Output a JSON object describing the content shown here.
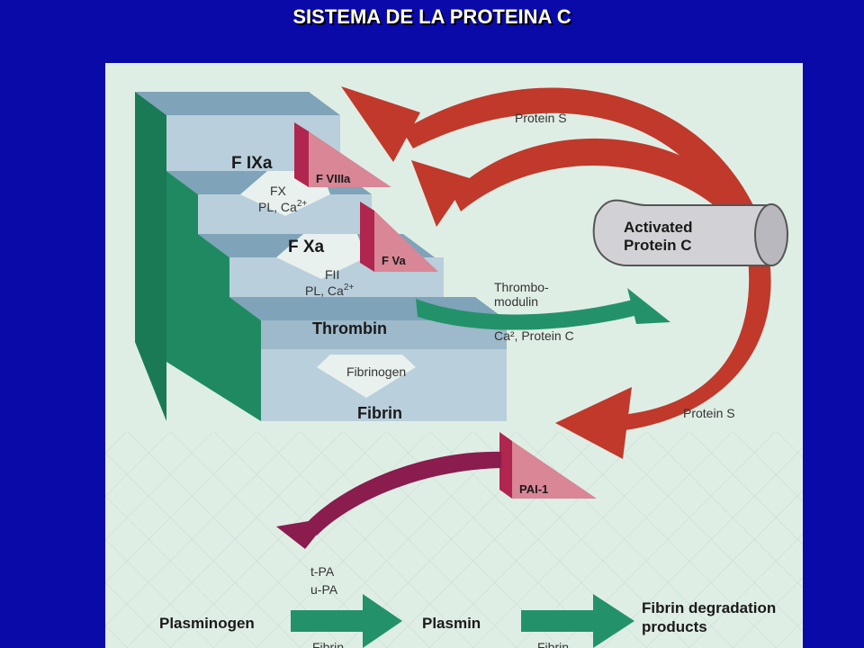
{
  "title": "SISTEMA DE LA PROTEINA C",
  "cascade": {
    "f9a": "F IXa",
    "f8a": "F VIIIa",
    "fx": "FX",
    "pl_ca_1": "PL, Ca",
    "sup_1": "2+",
    "f10a": "F Xa",
    "f5a": "F Va",
    "f2": "FII",
    "pl_ca_2": "PL, Ca",
    "sup_2": "2+",
    "thrombin": "Thrombin",
    "fibrinogen": "Fibrinogen",
    "fibrin": "Fibrin"
  },
  "apc": {
    "line1": "Activated",
    "line2": "Protein C"
  },
  "labels": {
    "protein_s_top": "Protein S",
    "thrombomodulin_1": "Thrombo-",
    "thrombomodulin_2": "modulin",
    "ca_protein_c": "Ca², Protein C",
    "protein_s_bottom": "Protein S",
    "pai1": "PAI-1",
    "tpa": "t-PA",
    "upa": "u-PA",
    "plasminogen": "Plasminogen",
    "plasmin": "Plasmin",
    "fdp_1": "Fibrin degradation",
    "fdp_2": "products",
    "fibrin_under_1": "Fibrin",
    "fibrin_under_2": "Fibrin"
  },
  "colors": {
    "background": "#0a0aa8",
    "slide": "#dfeee5",
    "step_top": "#7fa3b8",
    "step_front": "#b9cfdc",
    "step_side": "#1f8a62",
    "red_arrow": "#c0392b",
    "pink_triangle": "#d98696",
    "green_arrow": "#23926a",
    "purple_arrow": "#8a1c4e"
  }
}
